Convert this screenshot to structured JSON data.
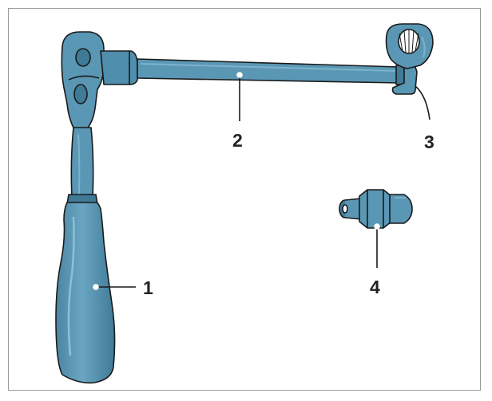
{
  "colors": {
    "tool_fill": "#5a97b4",
    "tool_dark": "#3f7a97",
    "tool_light": "#7db2cc",
    "outline": "#1a1a1a",
    "frame": "#9a9a9a",
    "background": "#ffffff"
  },
  "callouts": [
    {
      "id": "1",
      "label": "1",
      "part": "ratchet-handle"
    },
    {
      "id": "2",
      "label": "2",
      "part": "extension-bar"
    },
    {
      "id": "3",
      "label": "3",
      "part": "crowfoot-wrench"
    },
    {
      "id": "4",
      "label": "4",
      "part": "socket-adapter"
    }
  ]
}
